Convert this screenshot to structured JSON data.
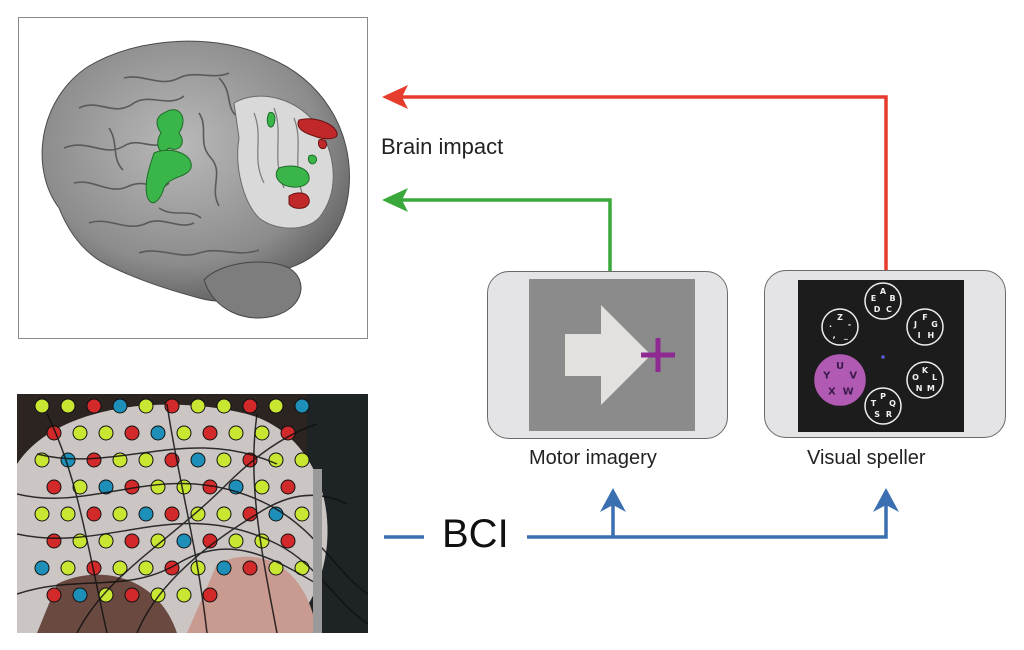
{
  "labels": {
    "brain_impact": "Brain impact",
    "motor_imagery": "Motor imagery",
    "visual_speller": "Visual speller",
    "bci": "BCI"
  },
  "speller_groups": [
    {
      "letters": [
        "A",
        "B",
        "C",
        "D",
        "E"
      ]
    },
    {
      "letters": [
        "F",
        "G",
        "H",
        "I",
        "J"
      ]
    },
    {
      "letters": [
        "K",
        "L",
        "M",
        "N",
        "O"
      ]
    },
    {
      "letters": [
        "P",
        "Q",
        "R",
        "S",
        "T"
      ]
    },
    {
      "letters": [
        "U",
        "V",
        "W",
        "X",
        "Y"
      ],
      "highlighted": true
    },
    {
      "letters": [
        "Z",
        "-",
        "_",
        ",",
        "."
      ]
    }
  ],
  "colors": {
    "red_arrow": "#e53c2e",
    "green_arrow": "#3aa83a",
    "blue_arrow": "#3a6fb0",
    "brain_green_activation": "#39b54a",
    "brain_red_activation": "#c0282a",
    "speller_highlight": "#b05ab3",
    "cross": "#8e2a92"
  },
  "icons": {
    "motor_cue": "right-arrow-icon",
    "fixation": "plus-cross-icon"
  }
}
